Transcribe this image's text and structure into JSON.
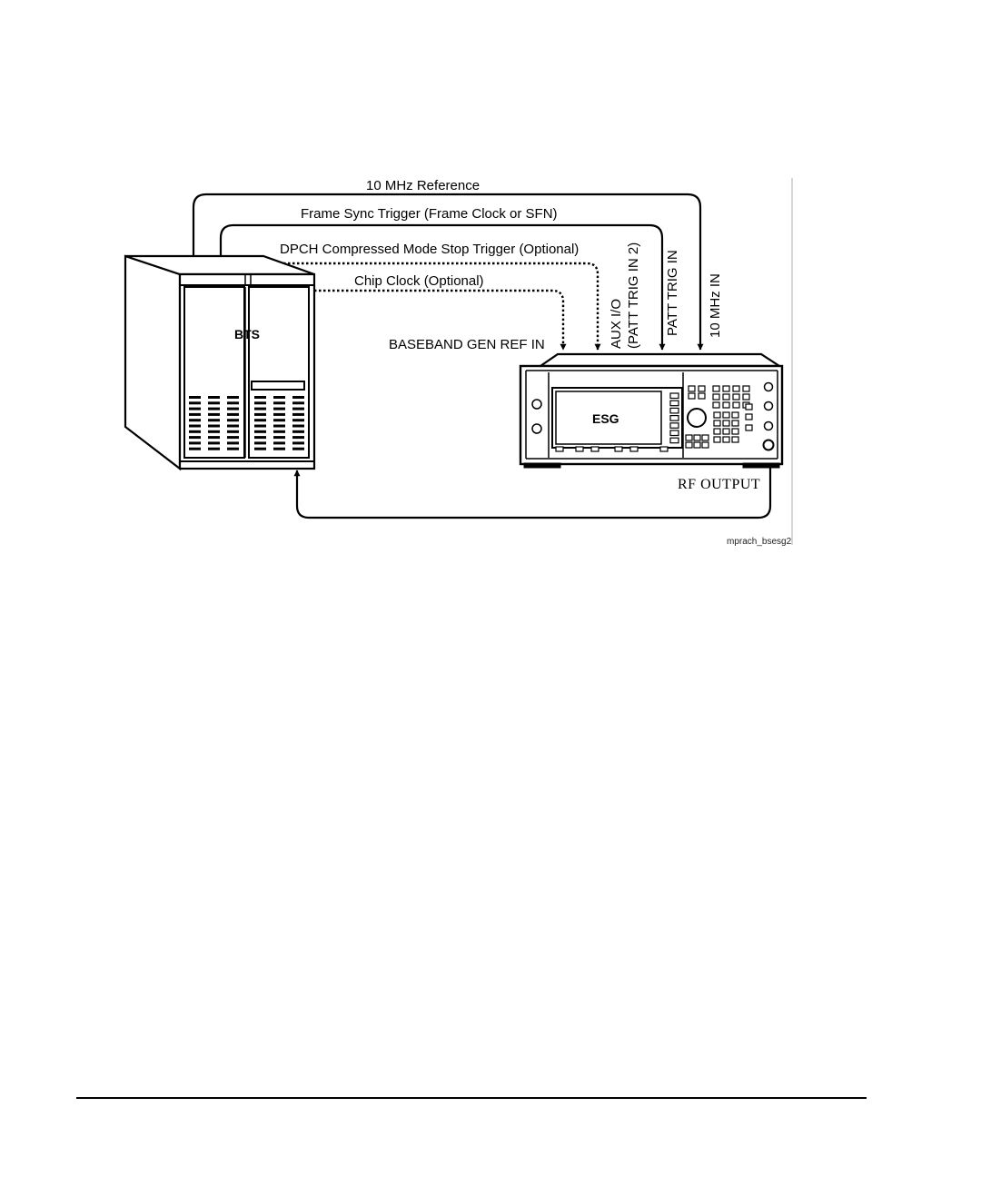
{
  "connections": {
    "ref_10mhz": "10 MHz Reference",
    "frame_sync": "Frame Sync Trigger (Frame Clock or SFN)",
    "dpch": "DPCH Compressed Mode Stop Trigger (Optional)",
    "chip_clock": "Chip Clock (Optional)"
  },
  "ports": {
    "baseband_gen_ref_in": "BASEBAND GEN REF IN",
    "aux_io": "AUX I/O",
    "patt_trig_in_2": "(PATT TRIG IN 2)",
    "patt_trig_in": "PATT TRIG IN",
    "mhz_10_in": "10 MHz IN",
    "rf_output": "RF OUTPUT"
  },
  "devices": {
    "bts": "BTS",
    "esg": "ESG"
  },
  "figure_id": "mprach_bsesg2",
  "colors": {
    "ink": "#000000",
    "rule": "#c8c8c8"
  }
}
